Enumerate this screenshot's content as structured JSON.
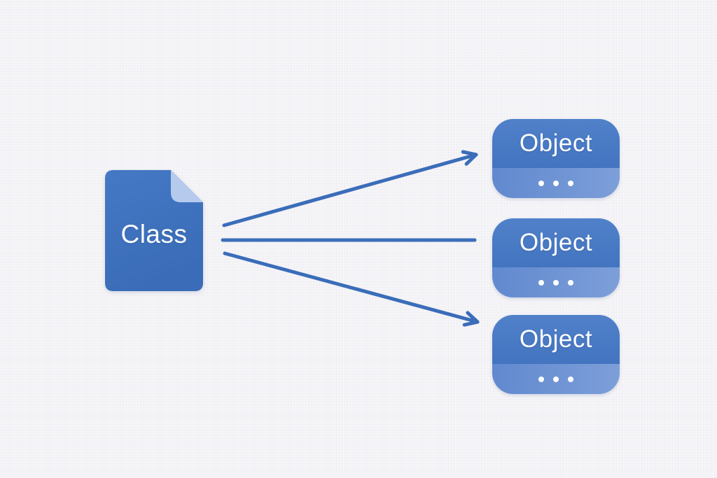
{
  "diagram": {
    "class_node": {
      "label": "Class",
      "shape": "document-with-folded-corner",
      "fill": "#3c70be",
      "fold_fill": "#b6caee",
      "text_color": "#ffffff"
    },
    "object_nodes": [
      {
        "label": "Object",
        "ellipsis": "..."
      },
      {
        "label": "Object",
        "ellipsis": "..."
      },
      {
        "label": "Object",
        "ellipsis": "..."
      }
    ],
    "arrows": {
      "count": 3,
      "direction": "class-to-objects",
      "middle_arrow_has_head": false
    },
    "colors": {
      "background": "#f6f5f8",
      "arrow": "#3a6db9",
      "object_top_fill": "#4a7cc6",
      "object_bottom_fill": "#6b92d3",
      "node_text": "#ffffff"
    }
  }
}
